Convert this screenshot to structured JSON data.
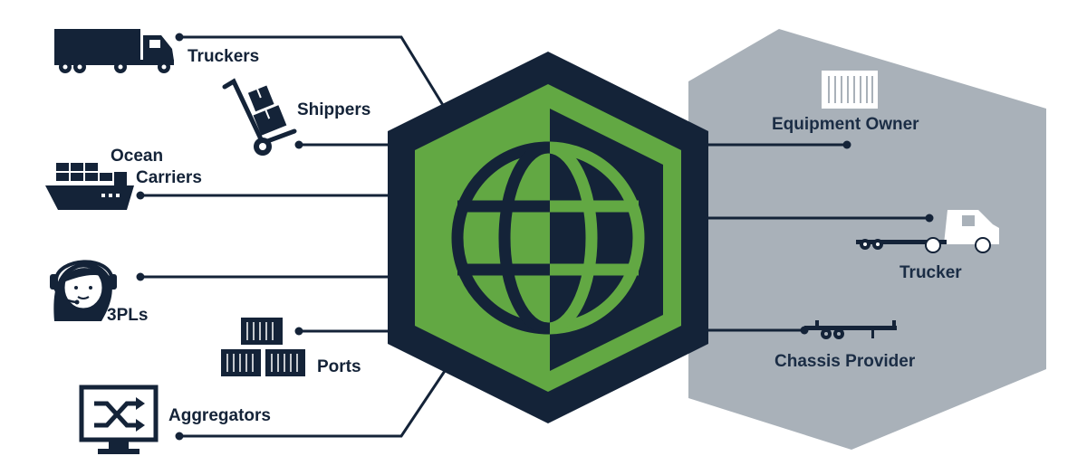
{
  "colors": {
    "navy": "#142338",
    "green": "#62a843",
    "gray": "#a9b1b9",
    "white": "#ffffff"
  },
  "left_participants": [
    {
      "id": "truckers",
      "label": "Truckers",
      "icon": "semi-truck-icon"
    },
    {
      "id": "shippers",
      "label": "Shippers",
      "icon": "hand-truck-boxes-icon"
    },
    {
      "id": "ocean-carriers",
      "label_line1": "Ocean",
      "label_line2": "Carriers",
      "icon": "container-ship-icon"
    },
    {
      "id": "3pls",
      "label": "3PLs",
      "icon": "headset-agent-icon"
    },
    {
      "id": "ports",
      "label": "Ports",
      "icon": "stacked-containers-icon"
    },
    {
      "id": "aggregators",
      "label": "Aggregators",
      "icon": "shuffle-monitor-icon"
    }
  ],
  "right_participants": [
    {
      "id": "equipment-owner",
      "label": "Equipment Owner",
      "icon": "shipping-container-icon"
    },
    {
      "id": "trucker",
      "label": "Trucker",
      "icon": "truck-with-chassis-icon"
    },
    {
      "id": "chassis-provider",
      "label": "Chassis Provider",
      "icon": "chassis-icon"
    }
  ],
  "center": {
    "icon": "globe-icon"
  }
}
